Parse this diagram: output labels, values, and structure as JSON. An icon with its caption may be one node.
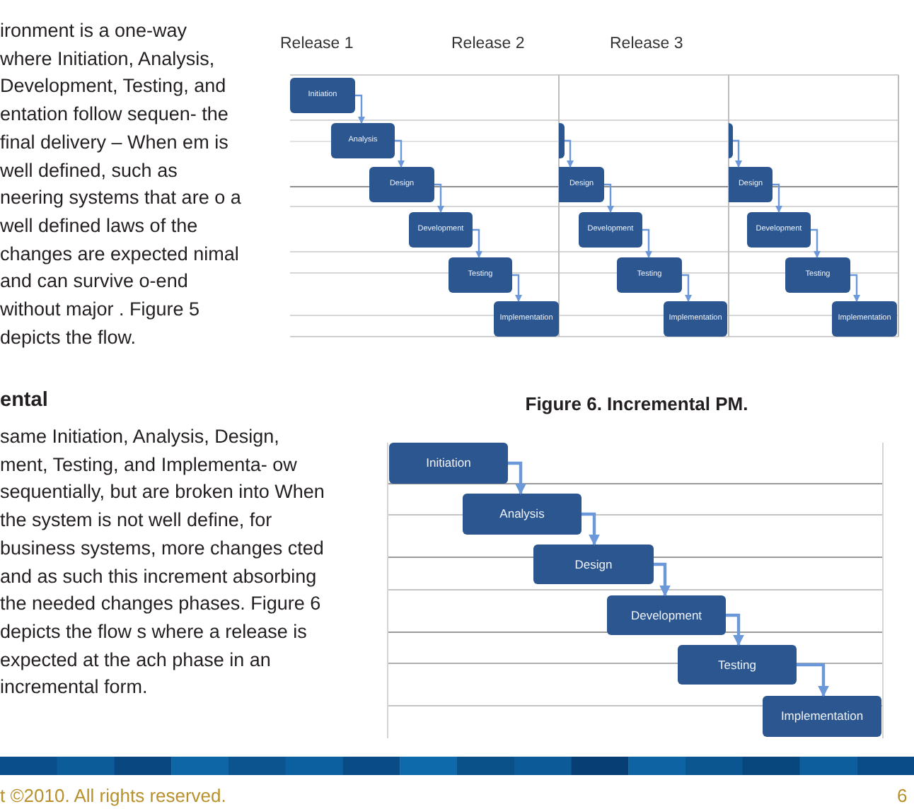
{
  "diagram": {
    "nodes": [
      {
        "text": [
          "Initiation"
        ]
      },
      {
        "text": [
          "Analysis"
        ]
      },
      {
        "text": [
          "Design"
        ]
      },
      {
        "text": [
          "Development"
        ]
      },
      {
        "text": [
          "Testing"
        ]
      },
      {
        "text": [
          "Implementation"
        ]
      },
      {
        "text": [],
        "shape": "box"
      },
      {
        "text": [
          "Design"
        ]
      },
      {
        "text": [
          "Development"
        ]
      },
      {
        "text": [
          "Testing"
        ]
      },
      {
        "text": [
          "Implementation"
        ]
      },
      {
        "text": [],
        "shape": "box"
      },
      {
        "text": [
          "Design"
        ]
      },
      {
        "text": [
          "Development"
        ]
      },
      {
        "text": [
          "Testing"
        ]
      },
      {
        "text": [
          "Implementation"
        ]
      },
      {
        "text": [
          "Initiation"
        ]
      },
      {
        "text": [
          "Analysis"
        ]
      },
      {
        "text": [
          "Design"
        ]
      },
      {
        "text": [
          "Development"
        ]
      },
      {
        "text": [
          "Testing"
        ]
      },
      {
        "text": [
          "Implementation"
        ]
      }
    ],
    "edges": [
      {
        "from": 0,
        "to": 1,
        "arrow": "to"
      },
      {
        "from": 1,
        "to": 2,
        "arrow": "to"
      },
      {
        "from": 2,
        "to": 3,
        "arrow": "to"
      },
      {
        "from": 3,
        "to": 4,
        "arrow": "to"
      },
      {
        "from": 4,
        "to": 5,
        "arrow": "to"
      },
      {
        "from": 6,
        "to": 7,
        "arrow": "to"
      },
      {
        "from": 7,
        "to": 8,
        "arrow": "to"
      },
      {
        "from": 8,
        "to": 9,
        "arrow": "to"
      },
      {
        "from": 9,
        "to": 10,
        "arrow": "to"
      },
      {
        "from": 11,
        "to": 12,
        "arrow": "to"
      },
      {
        "from": 12,
        "to": 13,
        "arrow": "to"
      },
      {
        "from": 13,
        "to": 14,
        "arrow": "to"
      },
      {
        "from": 14,
        "to": 15,
        "arrow": "to"
      },
      {
        "from": 16,
        "to": 17,
        "arrow": "to"
      },
      {
        "from": 17,
        "to": 18,
        "arrow": "to"
      },
      {
        "from": 18,
        "to": 19,
        "arrow": "to"
      },
      {
        "from": 19,
        "to": 20,
        "arrow": "to"
      },
      {
        "from": 20,
        "to": 21,
        "arrow": "to"
      }
    ],
    "labels": [
      "ironment is a one-way where Initiation, Analysis, Development, Testing, and entation follow sequen- the final delivery – When em is well defined, such as neering systems that are o a well defined laws of the changes are expected nimal and can survive o-end without major . Figure 5 depicts the flow.",
      "Release 1",
      "Release 2",
      "Release 3",
      "ental",
      "same Initiation, Analysis, Design, ment, Testing, and Implementa- ow sequentially, but are broken into When the system is not well define, for business systems, more changes cted and as such this increment absorbing the needed changes phases.  Figure 6 depicts the flow s where a release is expected at the ach phase in an incremental form.",
      "Figure 6. Incremental PM.",
      "t ©2010. All rights reserved.",
      "6"
    ]
  }
}
